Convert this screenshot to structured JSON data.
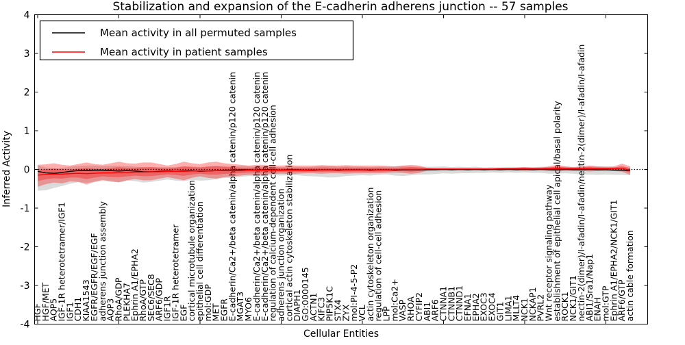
{
  "title": "Stabilization and expansion of the E-cadherin adherens junction -- 57 samples",
  "axes": {
    "xlabel": "Cellular Entities",
    "ylabel": "Inferred Activity",
    "ylim": [
      -4,
      4
    ],
    "yticks": [
      4,
      3,
      2,
      1,
      0,
      -1,
      -2,
      -3,
      -4
    ]
  },
  "legend": {
    "position": "upper left",
    "items": [
      {
        "label": "Mean activity in all permuted samples",
        "color": "#000000"
      },
      {
        "label": "Mean activity in patient samples",
        "color": "#ff0000"
      }
    ]
  },
  "colors": {
    "background": "#ffffff",
    "frame": "#000000",
    "zero_line": "#000000",
    "band_permuted": "rgba(0,0,0,0.14)",
    "band_patient": "rgba(255,0,0,0.32)",
    "line_permuted": "#000000",
    "line_patient": "#ff0000"
  },
  "chart_data": {
    "type": "line",
    "x_is_categorical": true,
    "grid": false,
    "baseline": 0,
    "ylim": [
      -4,
      4
    ],
    "legend_position": "upper left",
    "categories": [
      "HGF",
      "HGF/MET",
      "AQP5",
      "IGF-1R heterotetramer/IGF1",
      "IGF1",
      "CDH1",
      "KIAA1543",
      "EGFR/EGFR/EGF/EGF",
      "adherens junction assembly",
      "AQP3",
      "RhoA/GDP",
      "PLEKHA7",
      "Ephrin A1/EPHA2",
      "RhoA/GTP",
      "SEC6/SEC8",
      "ARF6/GDP",
      "IGF1R",
      "IGF-1R heterotetramer",
      "EGF",
      "cortical microtubule organization",
      "epithelial cell differentiation",
      "mol:GDP",
      "MET",
      "EGFR",
      "E-cadherin/Ca2+/beta catenin/alpha catenin/p120 catenin",
      "MGAT3",
      "MYO6",
      "E-cadherin/Ca2+/beta catenin/alpha catenin/p120 catenin",
      "E-cadherin/Ca2+/beta catenin/alpha catenin/p120 catenin",
      "regulation of calcium-dependent cell-cell adhesion",
      "adherens junction organization",
      "cortical actin cytoskeleton stabilization",
      "DIAPH1",
      "GO:0000145",
      "ACTN1",
      "KIFC3",
      "PIP5K1C",
      "STX4",
      "ZYX",
      "mol:PI-4-5-P2",
      "VCL",
      "actin cytoskeleton organization",
      "regulation of cell-cell adhesion",
      "LPP",
      "mol:Ca2+",
      "VASP",
      "RHOA",
      "CYFIP2",
      "ABI1",
      "ARF6",
      "CTNNA1",
      "CTNNB1",
      "CTNND1",
      "EFNA1",
      "EPHA2",
      "EXOC3",
      "EXOC4",
      "GIT1",
      "LIMA1",
      "MLLT4",
      "NCK1",
      "NCKAP1",
      "PVRL2",
      "Wnt receptor signaling pathway",
      "establishment of epithelial cell apical/basal polarity",
      "ROCK1",
      "NCK1/GIT1",
      "nectin-2(dimer)/I-afadin/I-afadin/nectin-2(dimer)/I-afadin/I-afadin",
      "ABI1/Sra1/Nap1",
      "ENAH",
      "mol:GTP",
      "Ephrin A1/EPHA2/NCK1/GIT1",
      "ARF6/GTP",
      "actin cable formation"
    ],
    "series": [
      {
        "name": "Mean activity in all permuted samples",
        "color": "#000000",
        "band_color": "rgba(0,0,0,0.14)",
        "values": [
          -0.05,
          -0.09,
          -0.1,
          -0.08,
          -0.05,
          -0.03,
          -0.03,
          -0.02,
          -0.02,
          -0.03,
          -0.04,
          -0.03,
          -0.04,
          -0.06,
          -0.06,
          -0.05,
          -0.04,
          -0.05,
          -0.04,
          -0.03,
          -0.05,
          -0.04,
          -0.03,
          -0.02,
          -0.02,
          -0.01,
          -0.01,
          -0.02,
          -0.01,
          -0.01,
          -0.02,
          -0.01,
          -0.01,
          -0.02,
          -0.02,
          -0.01,
          -0.01,
          -0.02,
          -0.01,
          -0.01,
          -0.01,
          -0.02,
          -0.01,
          -0.01,
          -0.02,
          -0.01,
          -0.01,
          -0.01,
          -0.01,
          -0.01,
          0,
          -0.01,
          0,
          -0.01,
          0,
          -0.01,
          0,
          -0.01,
          0,
          -0.01,
          0,
          -0.01,
          0,
          -0.01,
          -0.01,
          0,
          -0.01,
          -0.01,
          0,
          -0.01,
          -0.01,
          -0.02,
          -0.02,
          -0.03
        ],
        "band_upper": [
          0.15,
          0.14,
          0.13,
          0.12,
          0.12,
          0.12,
          0.13,
          0.12,
          0.11,
          0.12,
          0.13,
          0.12,
          0.11,
          0.12,
          0.12,
          0.11,
          0.1,
          0.11,
          0.12,
          0.11,
          0.11,
          0.12,
          0.12,
          0.11,
          0.1,
          0.1,
          0.09,
          0.09,
          0.09,
          0.08,
          0.08,
          0.08,
          0.08,
          0.08,
          0.09,
          0.1,
          0.1,
          0.09,
          0.09,
          0.08,
          0.08,
          0.08,
          0.08,
          0.08,
          0.09,
          0.1,
          0.09,
          0.08,
          0.08,
          0.08,
          0.08,
          0.07,
          0.07,
          0.07,
          0.07,
          0.06,
          0.06,
          0.06,
          0.06,
          0.06,
          0.06,
          0.06,
          0.07,
          0.07,
          0.08,
          0.07,
          0.07,
          0.08,
          0.08,
          0.08,
          0.08,
          0.08,
          0.08,
          0.08
        ],
        "band_lower": [
          0.5,
          0.45,
          0.38,
          0.35,
          0.32,
          0.3,
          0.32,
          0.3,
          0.28,
          0.28,
          0.3,
          0.26,
          0.26,
          0.28,
          0.26,
          0.24,
          0.22,
          0.24,
          0.26,
          0.24,
          0.24,
          0.24,
          0.22,
          0.2,
          0.2,
          0.18,
          0.16,
          0.16,
          0.15,
          0.14,
          0.14,
          0.14,
          0.14,
          0.15,
          0.16,
          0.18,
          0.2,
          0.18,
          0.16,
          0.15,
          0.14,
          0.14,
          0.13,
          0.12,
          0.14,
          0.16,
          0.14,
          0.12,
          0.12,
          0.11,
          0.1,
          0.1,
          0.1,
          0.09,
          0.09,
          0.08,
          0.08,
          0.08,
          0.08,
          0.08,
          0.08,
          0.08,
          0.09,
          0.1,
          0.1,
          0.1,
          0.1,
          0.12,
          0.13,
          0.13,
          0.12,
          0.12,
          0.12,
          0.12
        ]
      },
      {
        "name": "Mean activity in patient samples",
        "color": "#ff0000",
        "band_color": "rgba(255,0,0,0.32)",
        "values": [
          -0.15,
          -0.13,
          -0.12,
          -0.12,
          -0.11,
          -0.1,
          -0.11,
          -0.1,
          -0.09,
          -0.09,
          -0.08,
          -0.08,
          -0.07,
          -0.07,
          -0.06,
          -0.06,
          -0.05,
          -0.05,
          -0.05,
          -0.04,
          -0.04,
          -0.04,
          -0.03,
          -0.03,
          -0.03,
          -0.03,
          -0.02,
          -0.02,
          -0.02,
          -0.02,
          -0.02,
          -0.02,
          -0.02,
          -0.02,
          -0.01,
          -0.01,
          -0.01,
          -0.01,
          -0.01,
          -0.01,
          -0.01,
          -0.01,
          -0.01,
          -0.01,
          -0.01,
          0,
          0,
          0,
          0.01,
          0.01,
          0.01,
          0.01,
          0.01,
          0.01,
          0.01,
          0.01,
          0.01,
          0.02,
          0.02,
          0.02,
          0.02,
          0.02,
          0.02,
          0.02,
          0.02,
          0.02,
          0.02,
          0.02,
          0.02,
          0.02,
          0.02,
          0.02,
          0.03,
          -0.02
        ],
        "band_upper": [
          0.27,
          0.26,
          0.28,
          0.24,
          0.21,
          0.24,
          0.29,
          0.24,
          0.21,
          0.25,
          0.28,
          0.24,
          0.22,
          0.25,
          0.24,
          0.2,
          0.15,
          0.19,
          0.25,
          0.2,
          0.18,
          0.22,
          0.23,
          0.19,
          0.17,
          0.15,
          0.12,
          0.14,
          0.14,
          0.12,
          0.12,
          0.13,
          0.12,
          0.12,
          0.11,
          0.12,
          0.11,
          0.11,
          0.12,
          0.11,
          0.11,
          0.11,
          0.11,
          0.1,
          0.09,
          0.1,
          0.12,
          0.1,
          0.03,
          0.02,
          0.02,
          0.02,
          0.02,
          0.02,
          0.02,
          0.02,
          0.02,
          0.02,
          0.02,
          0.03,
          0.04,
          0.03,
          0.03,
          0.06,
          0.1,
          0.06,
          0.04,
          0.06,
          0.08,
          0.06,
          0.05,
          0.06,
          0.12,
          0.1
        ],
        "band_lower": [
          0.3,
          0.25,
          0.22,
          0.24,
          0.2,
          0.22,
          0.28,
          0.22,
          0.18,
          0.22,
          0.25,
          0.2,
          0.18,
          0.21,
          0.22,
          0.18,
          0.15,
          0.19,
          0.23,
          0.18,
          0.14,
          0.18,
          0.21,
          0.17,
          0.15,
          0.13,
          0.12,
          0.12,
          0.11,
          0.1,
          0.09,
          0.1,
          0.09,
          0.08,
          0.09,
          0.1,
          0.09,
          0.09,
          0.1,
          0.09,
          0.09,
          0.09,
          0.09,
          0.08,
          0.07,
          0.09,
          0.11,
          0.09,
          0.04,
          0.03,
          0.03,
          0.03,
          0.03,
          0.03,
          0.03,
          0.03,
          0.03,
          0.03,
          0.03,
          0.04,
          0.05,
          0.04,
          0.04,
          0.05,
          0.07,
          0.05,
          0.05,
          0.06,
          0.07,
          0.06,
          0.05,
          0.05,
          0.09,
          0.12
        ]
      }
    ]
  }
}
